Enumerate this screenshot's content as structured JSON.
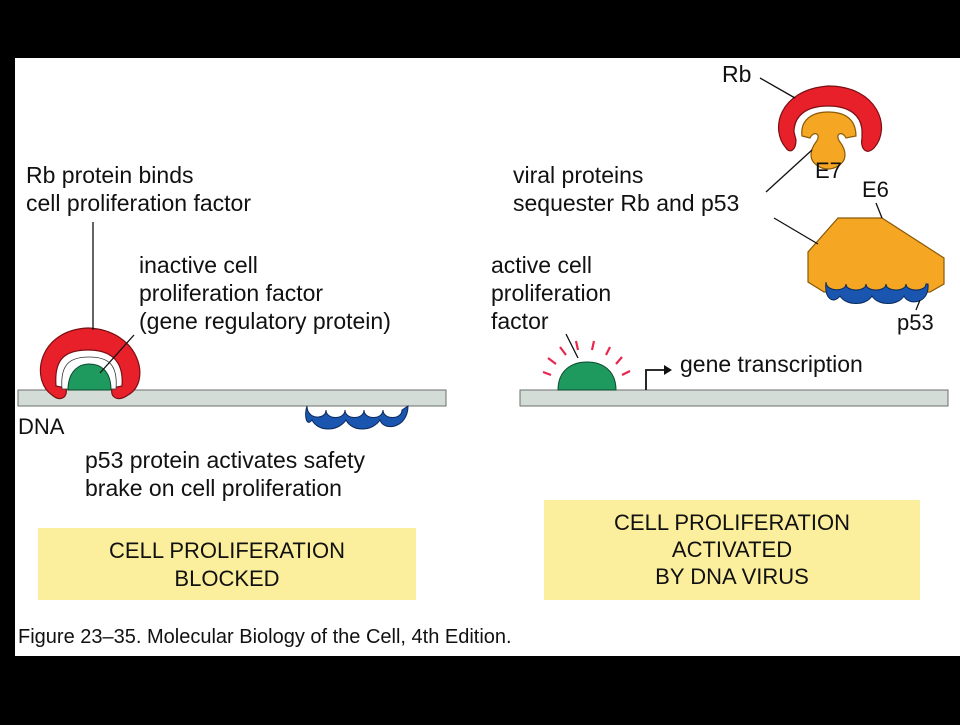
{
  "left_panel": {
    "rb_binds": [
      "Rb protein binds",
      "cell proliferation factor"
    ],
    "inactive_factor": [
      "inactive cell",
      "proliferation factor",
      "(gene regulatory protein)"
    ],
    "dna_label": "DNA",
    "p53_note": [
      "p53 protein activates safety",
      "brake on cell proliferation"
    ],
    "status_box": [
      "CELL PROLIFERATION",
      "BLOCKED"
    ]
  },
  "right_panel": {
    "rb_label": "Rb",
    "e7_label": "E7",
    "e6_label": "E6",
    "viral_note": [
      "viral proteins",
      "sequester Rb and p53"
    ],
    "active_factor": [
      "active cell",
      "proliferation",
      "factor"
    ],
    "transcription_label": "gene transcription",
    "p53_label": "p53",
    "status_box": [
      "CELL PROLIFERATION",
      "ACTIVATED",
      "BY DNA VIRUS"
    ]
  },
  "caption": "Figure 23–35. Molecular Biology of the Cell, 4th Edition.",
  "colors": {
    "rb_red": "#e8202a",
    "factor_green": "#1f9a5f",
    "p53_blue": "#1a56b0",
    "viral_orange": "#f5a623",
    "dna_gray": "#d3dcd6",
    "box_yellow": "#fbee9c"
  }
}
